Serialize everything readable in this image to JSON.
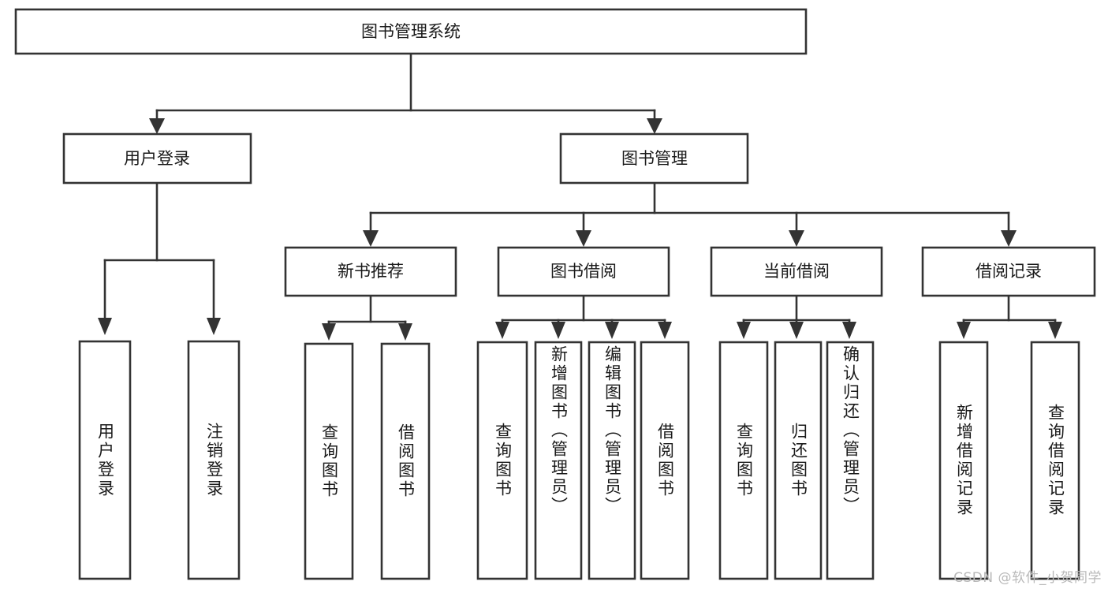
{
  "diagram": {
    "type": "tree-hierarchy-diagram",
    "title": "图书管理系统",
    "watermark": "CSDN @软件_小贺同学",
    "colors": {
      "box_stroke": "#333333",
      "box_fill": "#ffffff",
      "text": "#1a1a1a",
      "watermark": "#b9b9b9",
      "background": "#ffffff"
    },
    "root": {
      "label": "图书管理系统"
    },
    "level2": [
      {
        "id": "user-login",
        "label": "用户登录"
      },
      {
        "id": "book-management",
        "label": "图书管理"
      }
    ],
    "level3": [
      {
        "id": "new-book-recommend",
        "label": "新书推荐",
        "parent": "book-management"
      },
      {
        "id": "book-borrow",
        "label": "图书借阅",
        "parent": "book-management"
      },
      {
        "id": "current-borrow",
        "label": "当前借阅",
        "parent": "book-management"
      },
      {
        "id": "borrow-record",
        "label": "借阅记录",
        "parent": "book-management"
      }
    ],
    "leaves": {
      "user-login": [
        {
          "id": "leaf-user-login",
          "label": "用户登录",
          "align": "center"
        },
        {
          "id": "leaf-logout-login",
          "label": "注销登录",
          "align": "center"
        }
      ],
      "new-book-recommend": [
        {
          "id": "leaf-query-book-1",
          "label": "查询图书",
          "align": "center"
        },
        {
          "id": "leaf-borrow-book-1",
          "label": "借阅图书",
          "align": "center"
        }
      ],
      "book-borrow": [
        {
          "id": "leaf-query-book-2",
          "label": "查询图书",
          "align": "center"
        },
        {
          "id": "leaf-add-book-admin",
          "label": "新增图书（管理员）",
          "align": "top"
        },
        {
          "id": "leaf-edit-book-admin",
          "label": "编辑图书（管理员）",
          "align": "top"
        },
        {
          "id": "leaf-borrow-book-2",
          "label": "借阅图书",
          "align": "center"
        }
      ],
      "current-borrow": [
        {
          "id": "leaf-query-book-3",
          "label": "查询图书",
          "align": "center"
        },
        {
          "id": "leaf-return-book",
          "label": "归还图书",
          "align": "center"
        },
        {
          "id": "leaf-confirm-return-admin",
          "label": "确认归还（管理员）",
          "align": "top"
        }
      ],
      "borrow-record": [
        {
          "id": "leaf-add-borrow-record",
          "label": "新增借阅记录",
          "align": "center"
        },
        {
          "id": "leaf-query-borrow-record",
          "label": "查询借阅记录",
          "align": "center"
        }
      ]
    }
  }
}
